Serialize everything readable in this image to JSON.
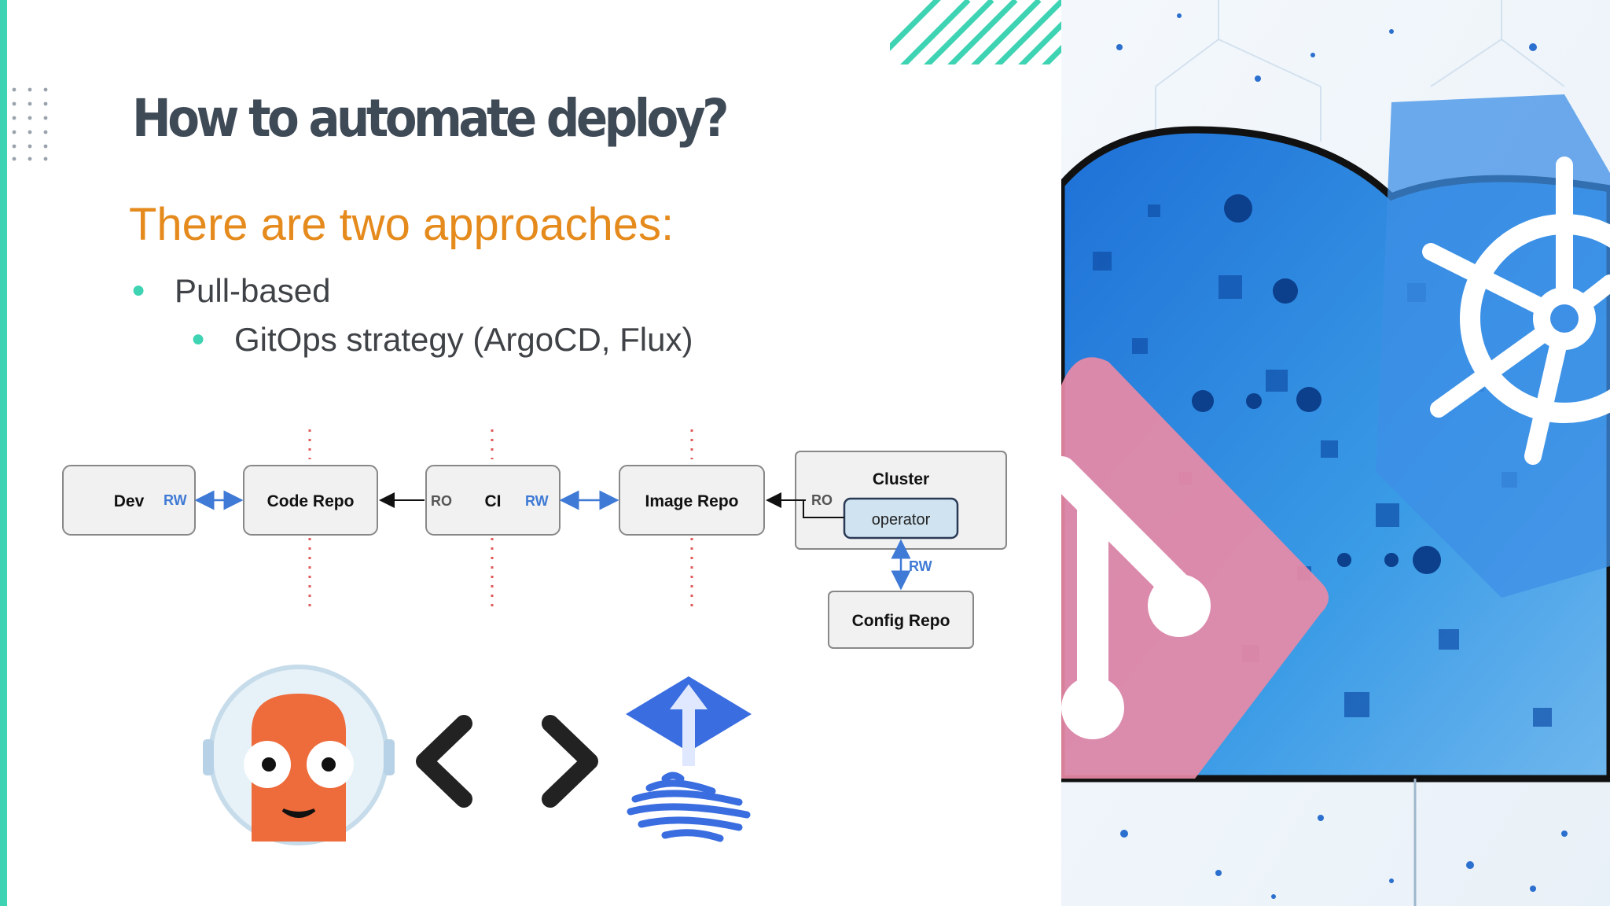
{
  "slide": {
    "title": "How to automate deploy?",
    "subtitle": "There are two approaches:",
    "bullets": [
      {
        "text": "Pull-based",
        "level": 1
      },
      {
        "text": "GitOps strategy (ArgoCD, Flux)",
        "level": 2
      }
    ]
  },
  "diagram": {
    "nodes": {
      "dev": "Dev",
      "code_repo": "Code Repo",
      "ci": "CI",
      "image_repo": "Image Repo",
      "cluster": "Cluster",
      "operator": "operator",
      "config_repo": "Config Repo"
    },
    "labels": {
      "dev_rw": "RW",
      "ci_ro": "RO",
      "ci_rw": "RW",
      "cluster_ro": "RO",
      "config_rw": "RW"
    }
  },
  "logos": {
    "left": "argo-logo",
    "middle": "code-brackets",
    "right": "flux-logo"
  },
  "colors": {
    "accent_teal": "#3ed3b2",
    "title": "#3f4a57",
    "subtitle": "#e58a1d",
    "rw_blue": "#3f7ad6"
  }
}
